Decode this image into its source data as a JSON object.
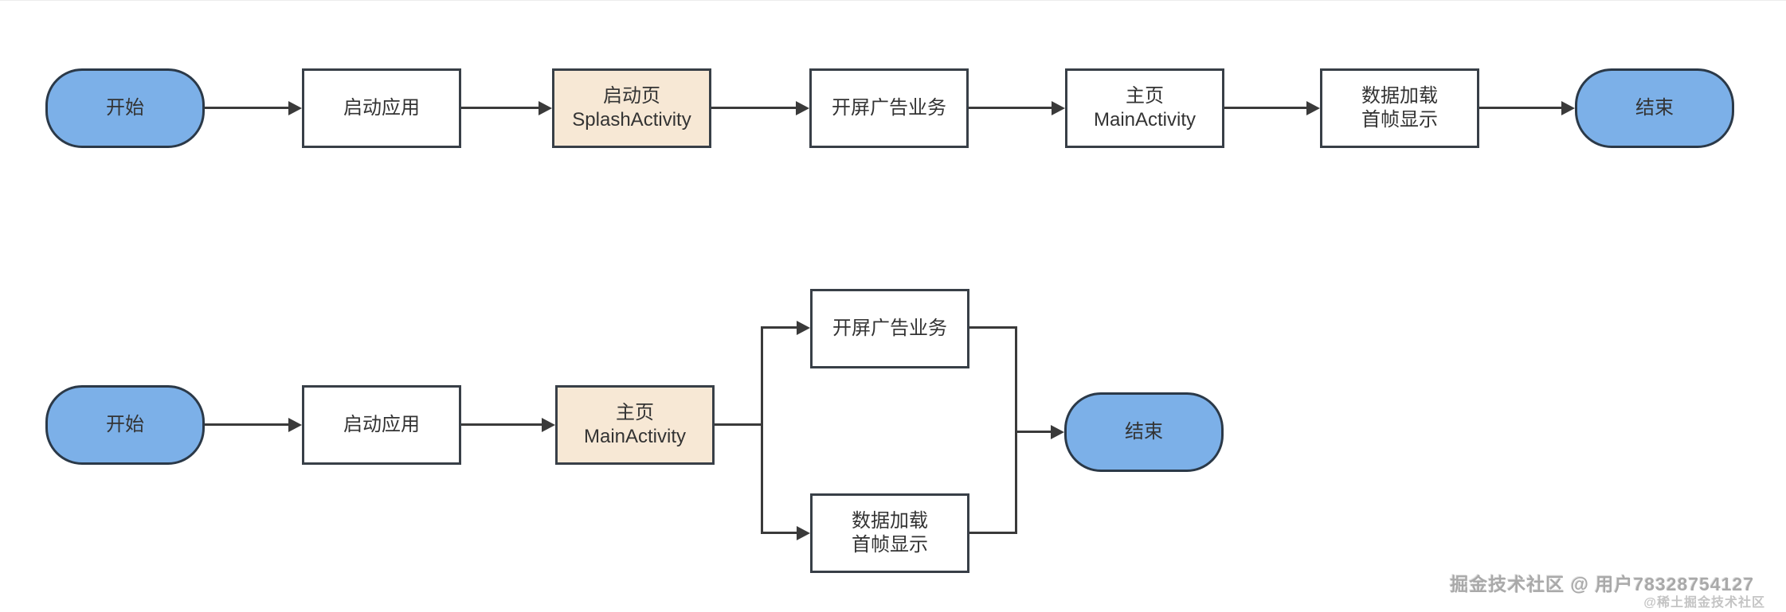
{
  "page": {
    "background": "#ffffff"
  },
  "colors": {
    "terminal_fill": "#7cb0e8",
    "terminal_border": "#2b3948",
    "process_fill": "#ffffff",
    "highlight_fill": "#f7e8d5",
    "box_border": "#383f47",
    "line": "#3a3a3a",
    "text": "#333333",
    "watermark": "#a9a9a9"
  },
  "diagram": {
    "flow1": {
      "title": "cold-start-with-splash-activity",
      "nodes": {
        "start": "开始",
        "launch": "启动应用",
        "splash_line1": "启动页",
        "splash_line2": "SplashActivity",
        "ad": "开屏广告业务",
        "main_line1": "主页",
        "main_line2": "MainActivity",
        "data_line1": "数据加载",
        "data_line2": "首帧显示",
        "end": "结束"
      }
    },
    "flow2": {
      "title": "cold-start-direct-main-activity",
      "nodes": {
        "start": "开始",
        "launch": "启动应用",
        "main_line1": "主页",
        "main_line2": "MainActivity",
        "ad": "开屏广告业务",
        "data_line1": "数据加载",
        "data_line2": "首帧显示",
        "end": "结束"
      }
    }
  },
  "watermark": {
    "line1": "掘金技术社区 @ 用户78328754127",
    "line2": "@稀土掘金技术社区"
  }
}
